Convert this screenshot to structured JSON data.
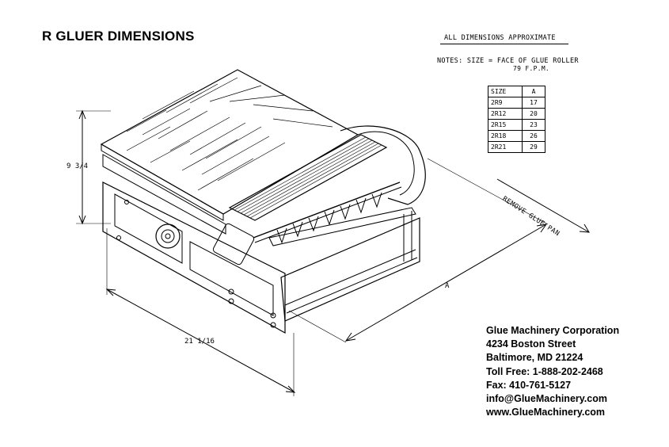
{
  "title": "R GLUER DIMENSIONS",
  "notes": {
    "heading": "ALL DIMENSIONS APPROXIMATE",
    "line1": "NOTES: SIZE = FACE OF GLUE ROLLER",
    "line2": "79 F.P.M."
  },
  "size_table": {
    "headers": [
      "SIZE",
      "A"
    ],
    "rows": [
      [
        "2R9",
        "17"
      ],
      [
        "2R12",
        "20"
      ],
      [
        "2R15",
        "23"
      ],
      [
        "2R18",
        "26"
      ],
      [
        "2R21",
        "29"
      ]
    ]
  },
  "dimensions": {
    "height": "9 3/4",
    "width": "21 1/16",
    "length": "A"
  },
  "remove_label": "REMOVE GLUE PAN",
  "company": {
    "name": "Glue Machinery Corporation",
    "street": "4234 Boston Street",
    "city": "Baltimore, MD 21224",
    "tollfree": "Toll Free:  1-888-202-2468",
    "fax": "Fax:  410-761-5127",
    "email": "info@GlueMachinery.com",
    "web": "www.GlueMachinery.com"
  }
}
